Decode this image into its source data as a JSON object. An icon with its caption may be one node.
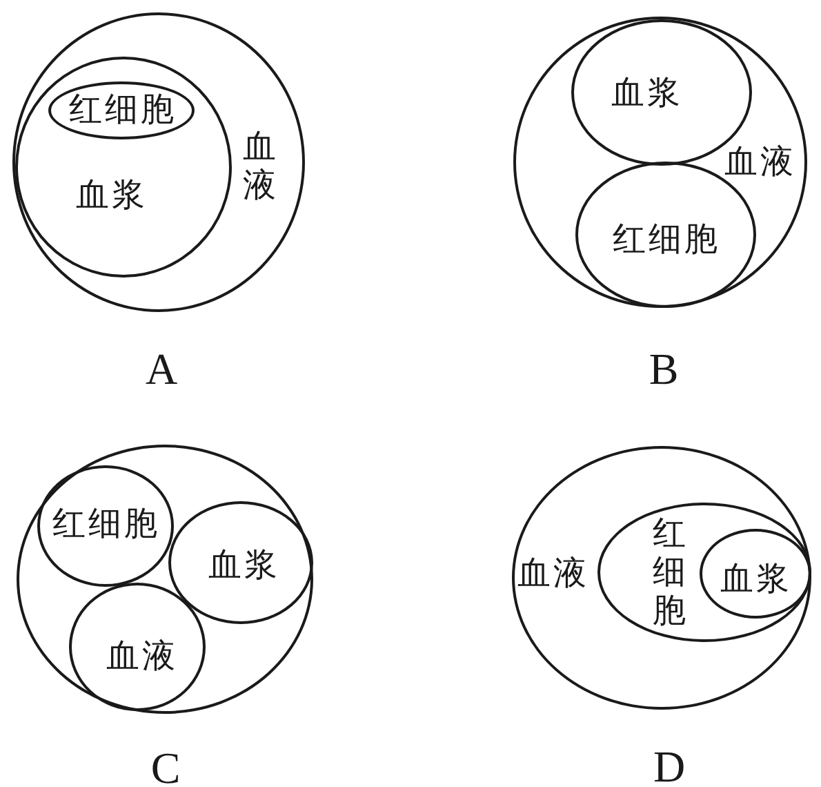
{
  "diagram": {
    "nodes": [
      {
        "text": [
          "血液"
        ],
        "beside": [
          "A"
        ]
      },
      {
        "text": [
          "血浆"
        ],
        "in": 0
      },
      {
        "text": [
          "红细胞"
        ],
        "in": 1
      },
      {
        "text": [
          "血液"
        ],
        "beside": [
          "B"
        ]
      },
      {
        "text": [
          "血浆"
        ],
        "in": 3
      },
      {
        "text": [
          "红细胞"
        ],
        "in": 3
      },
      {
        "text": [],
        "shape": "circle",
        "beside": [
          "C"
        ]
      },
      {
        "text": [
          "红细胞"
        ],
        "in": 6
      },
      {
        "text": [
          "血浆"
        ],
        "in": 6
      },
      {
        "text": [
          "血液"
        ],
        "in": 6
      },
      {
        "text": [
          "血液"
        ],
        "beside": [
          "D"
        ]
      },
      {
        "text": [
          "红细胞"
        ],
        "in": 10
      },
      {
        "text": [
          "血浆"
        ],
        "in": 11
      }
    ]
  }
}
